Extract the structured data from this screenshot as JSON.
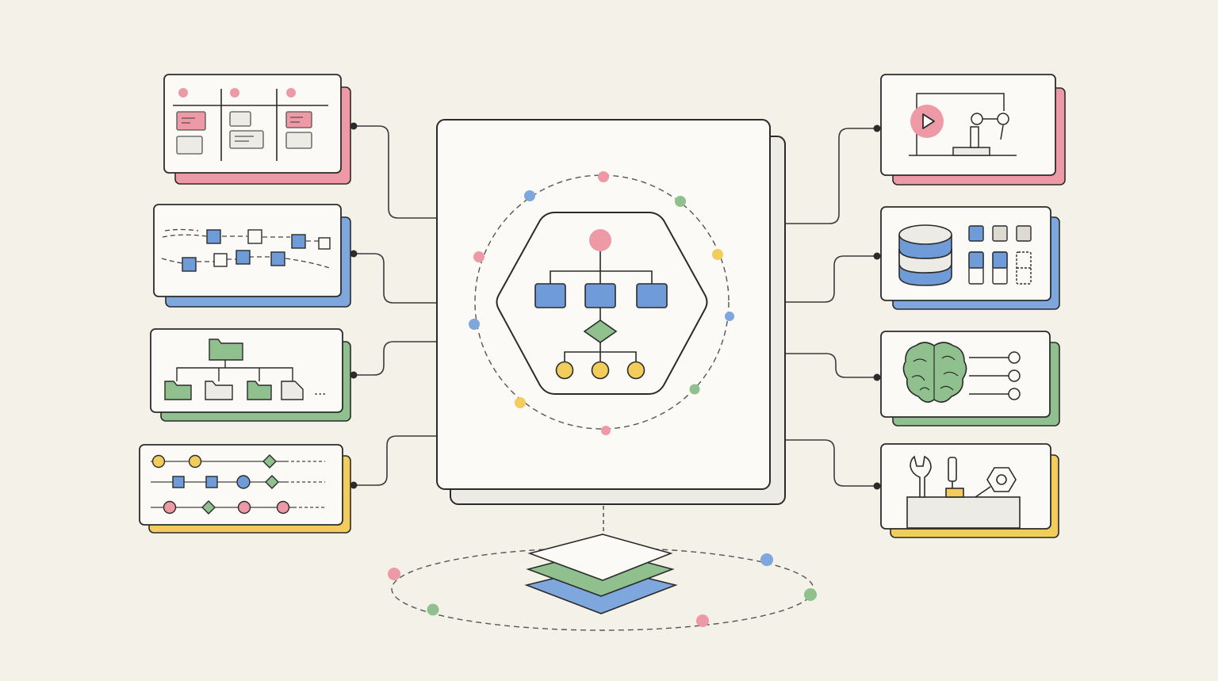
{
  "colors": {
    "background": "#f4f1e8",
    "ink": "#2b2b2b",
    "card": "#fbfaf6",
    "pink": "#ee9aa6",
    "blue": "#7ea7dd",
    "blue_fill": "#6f9bd8",
    "green": "#8fc08d",
    "yellow": "#f2cd5b",
    "gray": "#dedad1"
  },
  "hub": {
    "icon": "flowchart-hexagon-icon",
    "orbit_icon": "dashed-orbit-ring"
  },
  "left_modules": [
    {
      "id": "kanban",
      "icon": "kanban-board-icon",
      "accent": "pink"
    },
    {
      "id": "pipeline",
      "icon": "pipeline-flow-icon",
      "accent": "blue"
    },
    {
      "id": "folders",
      "icon": "folder-tree-icon",
      "accent": "green",
      "trailing_text": "..."
    },
    {
      "id": "timeline",
      "icon": "timeline-tracks-icon",
      "accent": "yellow"
    }
  ],
  "right_modules": [
    {
      "id": "media",
      "icon": "play-robot-arm-icon",
      "accent": "pink"
    },
    {
      "id": "database",
      "icon": "database-grid-icon",
      "accent": "blue"
    },
    {
      "id": "ai",
      "icon": "brain-circuit-icon",
      "accent": "green"
    },
    {
      "id": "tools",
      "icon": "toolbox-wrench-icon",
      "accent": "yellow"
    }
  ],
  "base": {
    "icon": "stacked-layers-icon",
    "orbit_icon": "dashed-ellipse-orbit"
  }
}
